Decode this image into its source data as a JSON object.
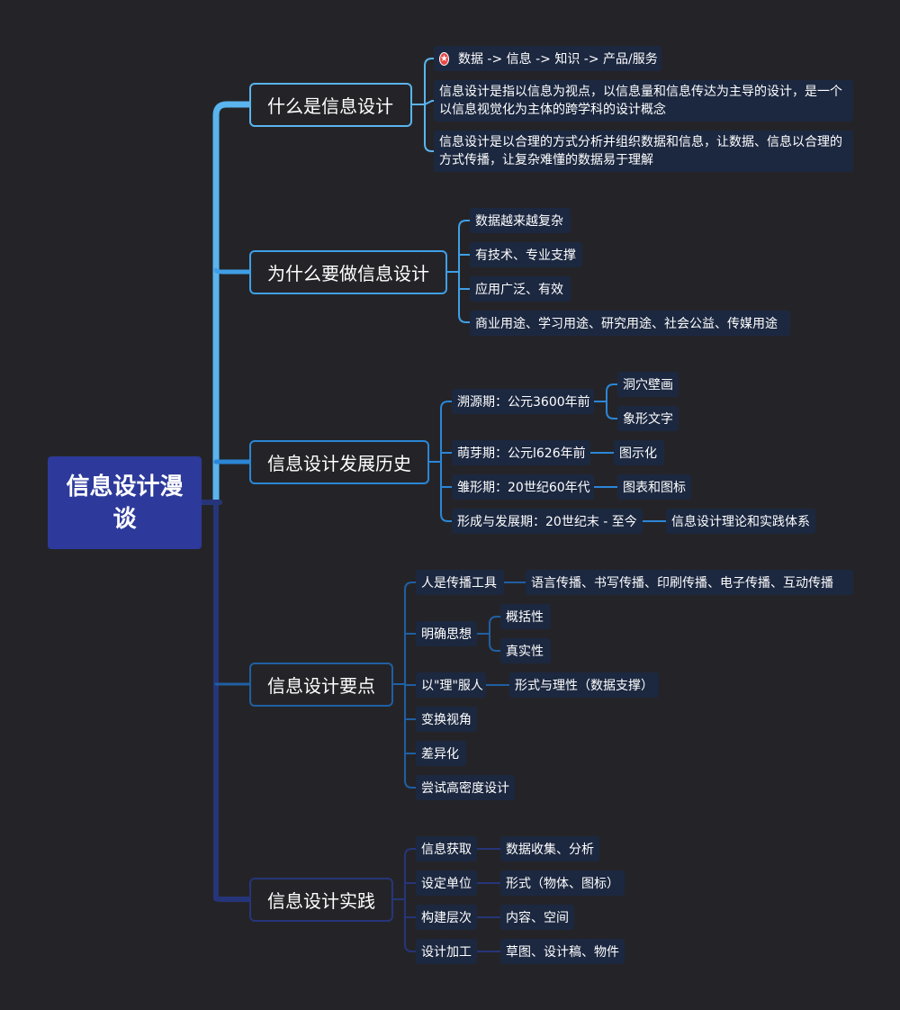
{
  "root": {
    "title": "信息设计漫谈"
  },
  "branches": [
    {
      "label": "什么是信息设计",
      "color": "#5ab4ee"
    },
    {
      "label": "为什么要做信息设计",
      "color": "#3f9fe6"
    },
    {
      "label": "信息设计发展历史",
      "color": "#2b86d6"
    },
    {
      "label": "信息设计要点",
      "color": "#1f5fa3"
    },
    {
      "label": "信息设计实践",
      "color": "#26357a"
    }
  ],
  "what": {
    "chain": "数据 -> 信息 -> 知识 -> 产品/服务",
    "chain_icon": "star-badge-icon",
    "def1": "信息设计是指以信息为视点，以信息量和信息传达为主导的设计，是一个以信息视觉化为主体的跨学科的设计概念",
    "def2": "信息设计是以合理的方式分析并组织数据和信息，让数据、信息以合理的方式传播，让复杂难懂的数据易于理解"
  },
  "why": [
    "数据越来越复杂",
    "有技术、专业支撑",
    "应用广泛、有效",
    "商业用途、学习用途、研究用途、社会公益、传媒用途"
  ],
  "history": {
    "p1": "溯源期：公元3600年前",
    "p1_children": [
      "洞穴壁画",
      "象形文字"
    ],
    "p2": "萌芽期：公元l626年前",
    "p2_child": "图示化",
    "p3": "雏形期：20世纪60年代",
    "p3_child": "图表和图标",
    "p4": "形成与发展期：20世纪末 - 至今",
    "p4_child": "信息设计理论和实践体系"
  },
  "points": {
    "tool": "人是传播工具",
    "tool_child": "语言传播、书写传播、印刷传播、电子传播、互动传播",
    "clear": "明确思想",
    "clear_children": [
      "概括性",
      "真实性"
    ],
    "reason": "以\"理\"服人",
    "reason_child": "形式与理性（数据支撑）",
    "view": "变换视角",
    "diff": "差异化",
    "dense": "尝试高密度设计"
  },
  "practice": [
    {
      "label": "信息获取",
      "child": "数据收集、分析"
    },
    {
      "label": "设定单位",
      "child": "形式（物体、图标）"
    },
    {
      "label": "构建层次",
      "child": "内容、空间"
    },
    {
      "label": "设计加工",
      "child": "草图、设计稿、物件"
    }
  ]
}
